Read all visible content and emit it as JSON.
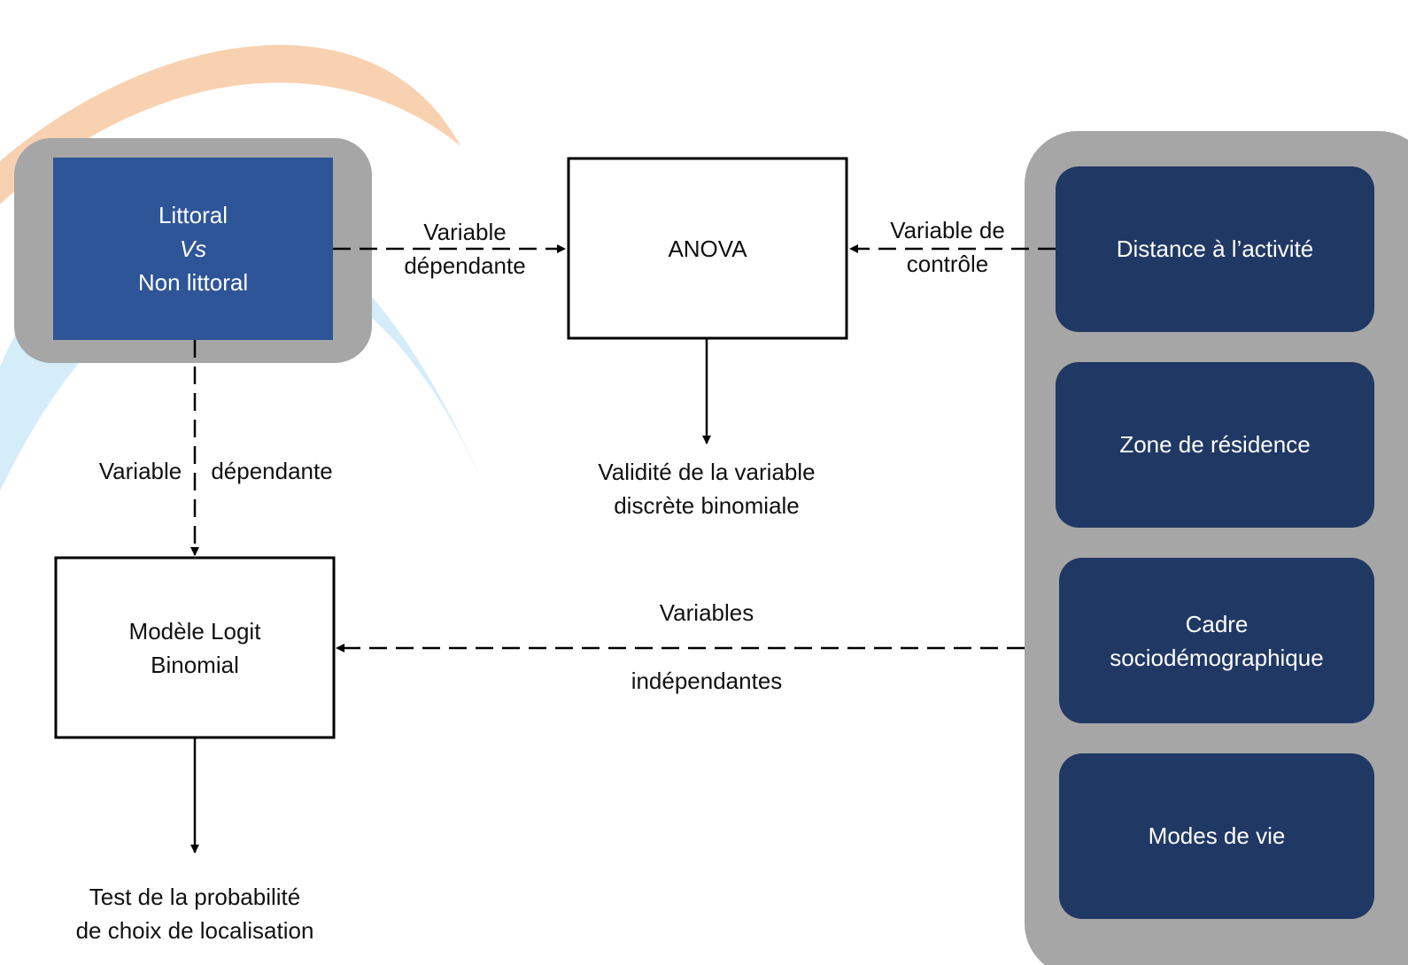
{
  "colors": {
    "swoosh_orange": "#f7caa2",
    "swoosh_blue": "#cbe9f6",
    "gray_panel": "#a6a6a6",
    "bright_blue_box": "#2e5597",
    "navy_box": "#203864",
    "line": "#000000"
  },
  "nodes": {
    "littoral": {
      "line1": "Littoral",
      "line2": "Vs",
      "line3": "Non littoral"
    },
    "anova": {
      "label": "ANOVA"
    },
    "logit": {
      "line1": "Modèle Logit",
      "line2": "Binomial"
    },
    "factors": [
      {
        "label": "Distance à l’activité"
      },
      {
        "label": "Zone de résidence"
      },
      {
        "line1": "Cadre",
        "line2": "sociodémographique"
      },
      {
        "label": "Modes de vie"
      }
    ]
  },
  "edges": {
    "littoral_to_anova": {
      "line1": "Variable",
      "line2": "dépendante"
    },
    "factors_to_anova": {
      "line1": "Variable de",
      "line2": "contrôle"
    },
    "littoral_to_logit": {
      "part1": "Variable",
      "part2": "dépendante"
    },
    "factors_to_logit": {
      "line1": "Variables",
      "line2": "indépendantes"
    }
  },
  "outputs": {
    "anova_result": {
      "line1": "Validité de la variable",
      "line2": "discrète binomiale"
    },
    "logit_result": {
      "line1": "Test de la probabilité",
      "line2": "de choix de localisation"
    }
  }
}
